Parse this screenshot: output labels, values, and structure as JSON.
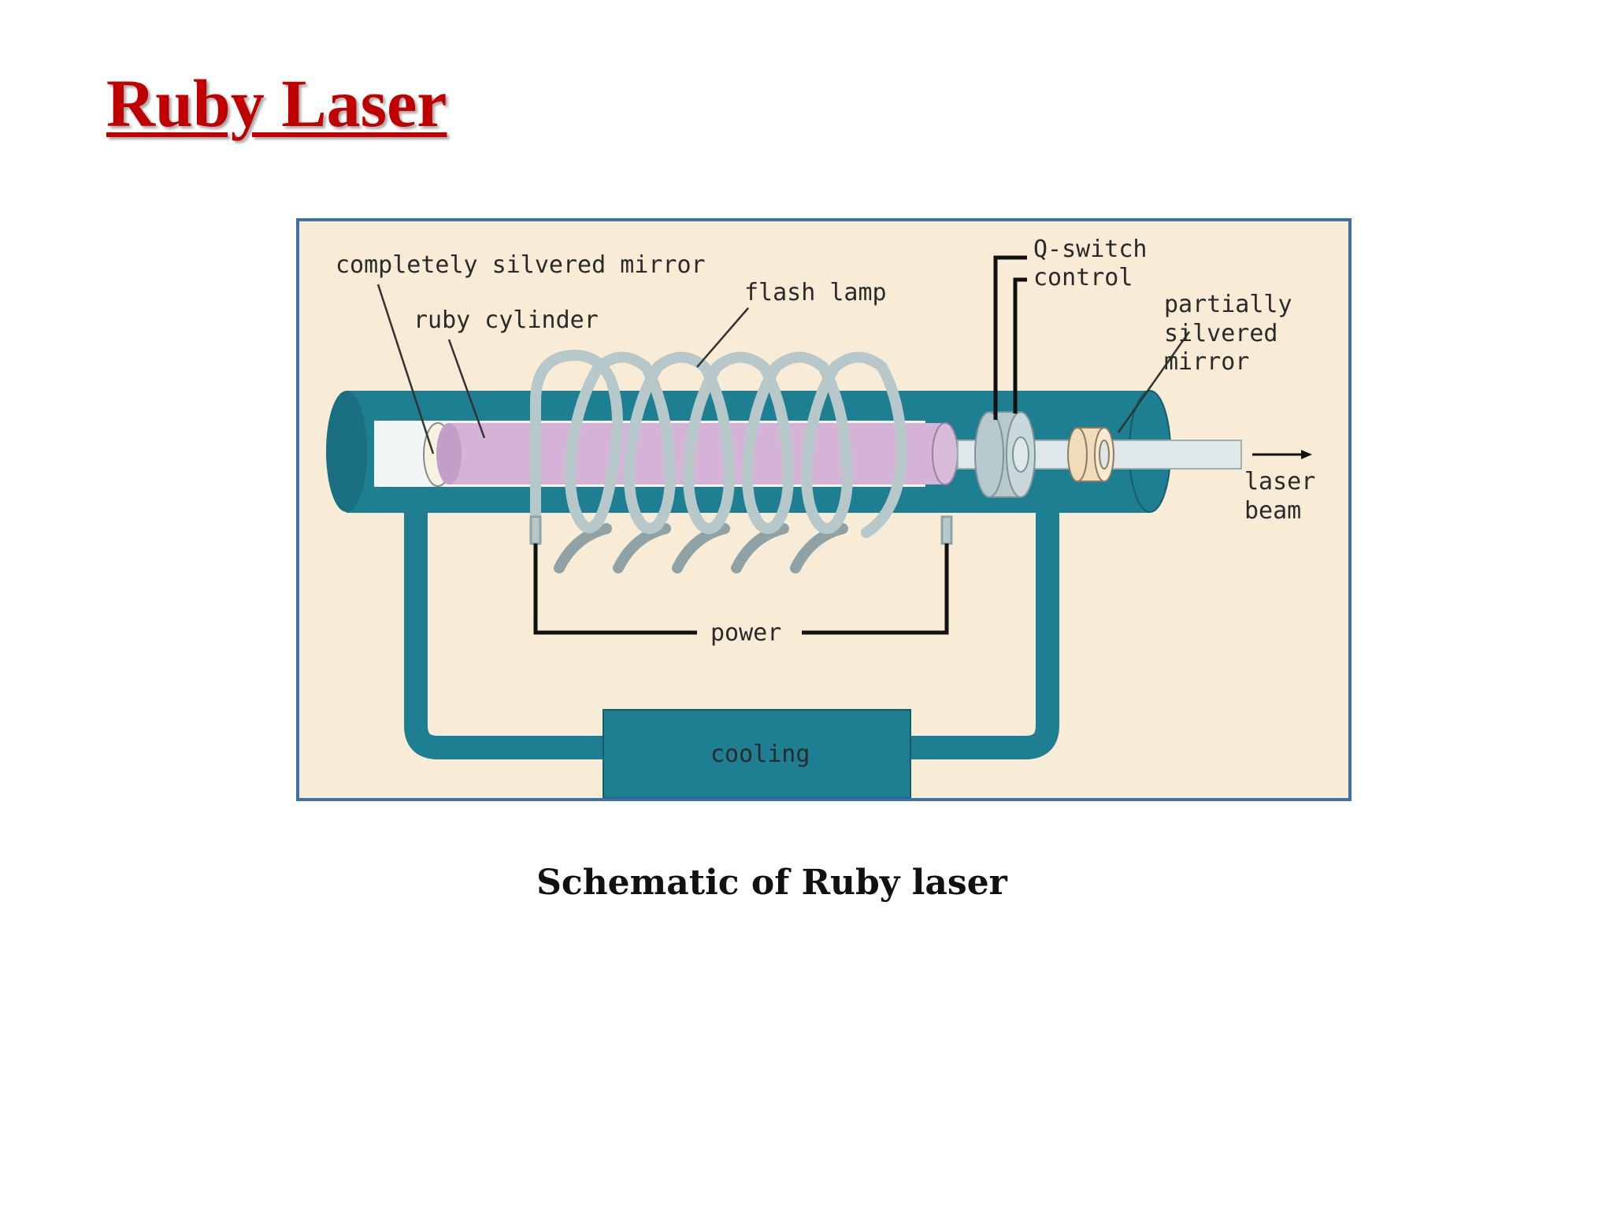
{
  "slide": {
    "title": "Ruby Laser",
    "caption": "Schematic of Ruby laser"
  },
  "diagram": {
    "labels": {
      "completely_silvered_mirror": "completely silvered mirror",
      "ruby_cylinder": "ruby cylinder",
      "flash_lamp": "flash lamp",
      "q_switch_line1": "Q-switch",
      "q_switch_line2": "control",
      "partially_line1": "partially",
      "partially_line2": "silvered",
      "partially_line3": "mirror",
      "laser_line1": "laser",
      "laser_line2": "beam",
      "power": "power",
      "cooling": "cooling"
    },
    "colors": {
      "background": "#f8ecd6",
      "housing": "#1f7f92",
      "ruby": "#d5b3d6",
      "lamp": "#c9d6d8",
      "title": "#c00000",
      "frame": "#3f6fa8"
    }
  }
}
